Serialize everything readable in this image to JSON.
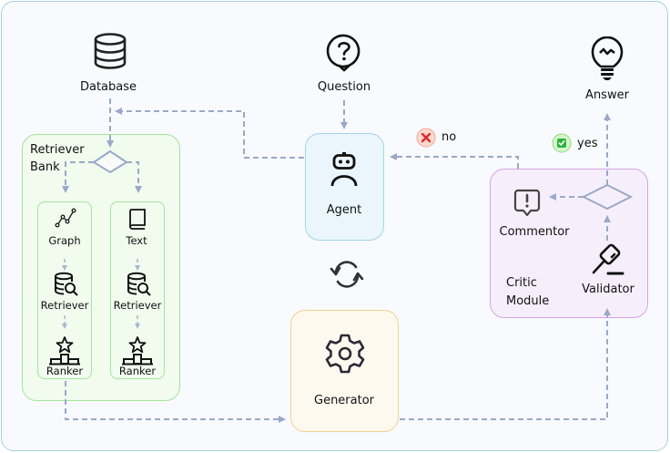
{
  "diagram": {
    "nodes": {
      "database": "Database",
      "question": "Question",
      "answer": "Answer",
      "retriever_bank": [
        "Retriever",
        "Bank"
      ],
      "agent": "Agent",
      "generator": "Generator",
      "critic_module": [
        "Critic",
        "Module"
      ],
      "commentor": "Commentor",
      "validator": "Validator",
      "graph_column": {
        "source": "Graph",
        "retriever": "Retriever",
        "ranker": "Ranker"
      },
      "text_column": {
        "source": "Text",
        "retriever": "Retriever",
        "ranker": "Ranker"
      }
    },
    "edge_labels": {
      "no": "no",
      "yes": "yes"
    },
    "colors": {
      "arrow": "#9aa9c9",
      "retriever_bank_border": "#9fe09a",
      "agent_border": "#9fd4e6",
      "generator_border": "#f0d48c",
      "critic_border": "#d39be0",
      "no_badge": "#e03030",
      "yes_badge": "#28b030"
    }
  }
}
